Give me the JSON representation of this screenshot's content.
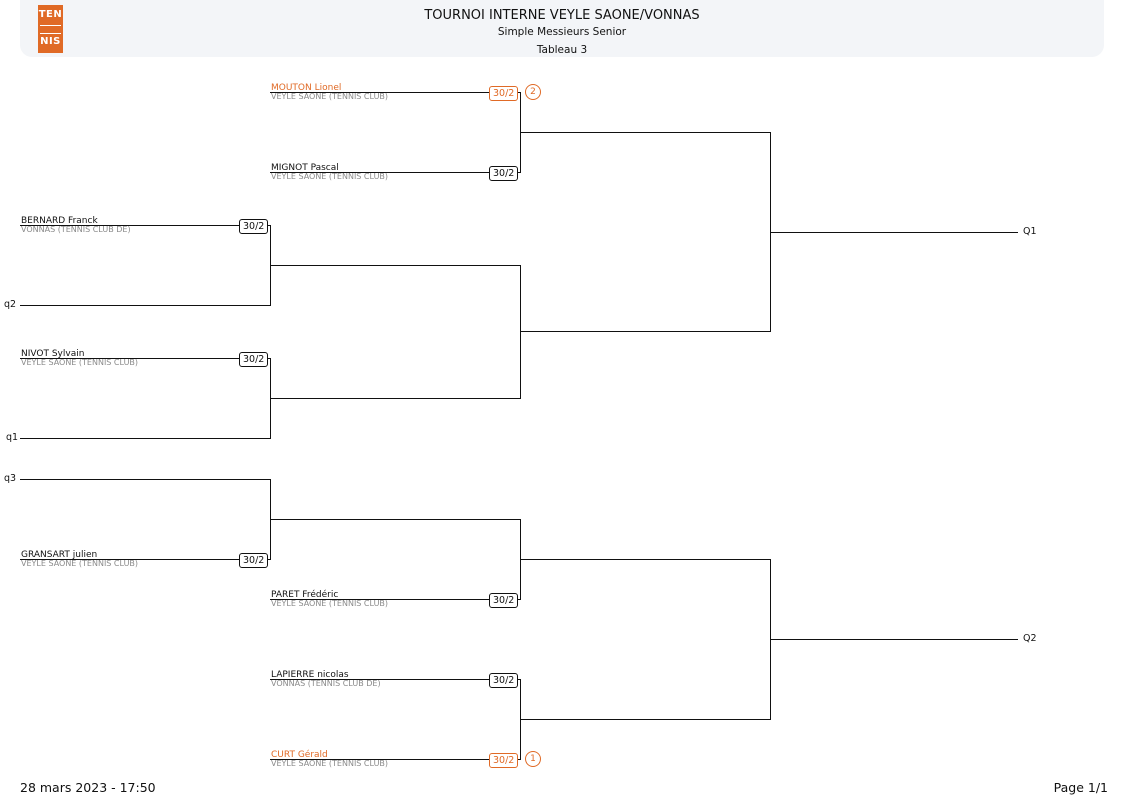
{
  "header": {
    "logo_top": "TEN",
    "logo_bottom": "NIS",
    "title": "TOURNOI INTERNE VEYLE SAONE/VONNAS",
    "subtitle": "Simple Messieurs Senior",
    "table": "Tableau 3"
  },
  "players": [
    {
      "name": "MOUTON Lionel",
      "club": "VEYLE SAONE (TENNIS CLUB)",
      "rank": "30/2",
      "seed": "2"
    },
    {
      "name": "MIGNOT Pascal",
      "club": "VEYLE SAONE (TENNIS CLUB)",
      "rank": "30/2"
    },
    {
      "name": "BERNARD Franck",
      "club": "VONNAS (TENNIS CLUB DE)",
      "rank": "30/2"
    },
    {
      "name": "NIVOT Sylvain",
      "club": "VEYLE SAONE (TENNIS CLUB)",
      "rank": "30/2"
    },
    {
      "name": "GRANSART julien",
      "club": "VEYLE SAONE (TENNIS CLUB)",
      "rank": "30/2"
    },
    {
      "name": "PARET Frédéric",
      "club": "VEYLE SAONE (TENNIS CLUB)",
      "rank": "30/2"
    },
    {
      "name": "LAPIERRE nicolas",
      "club": "VONNAS (TENNIS CLUB DE)",
      "rank": "30/2"
    },
    {
      "name": "CURT Gérald",
      "club": "VEYLE SAONE (TENNIS CLUB)",
      "rank": "30/2",
      "seed": "1"
    }
  ],
  "qualifiers": {
    "q2": "q2",
    "q1": "q1",
    "q3": "q3"
  },
  "outputs": {
    "Q1": "Q1",
    "Q2": "Q2"
  },
  "colors": {
    "seed": "#e06a26",
    "line": "#111111",
    "club": "#8a8a8a",
    "header_bg": "#f3f5f8"
  },
  "footer": {
    "date": "28 mars 2023 - 17:50",
    "page": "Page 1/1"
  }
}
